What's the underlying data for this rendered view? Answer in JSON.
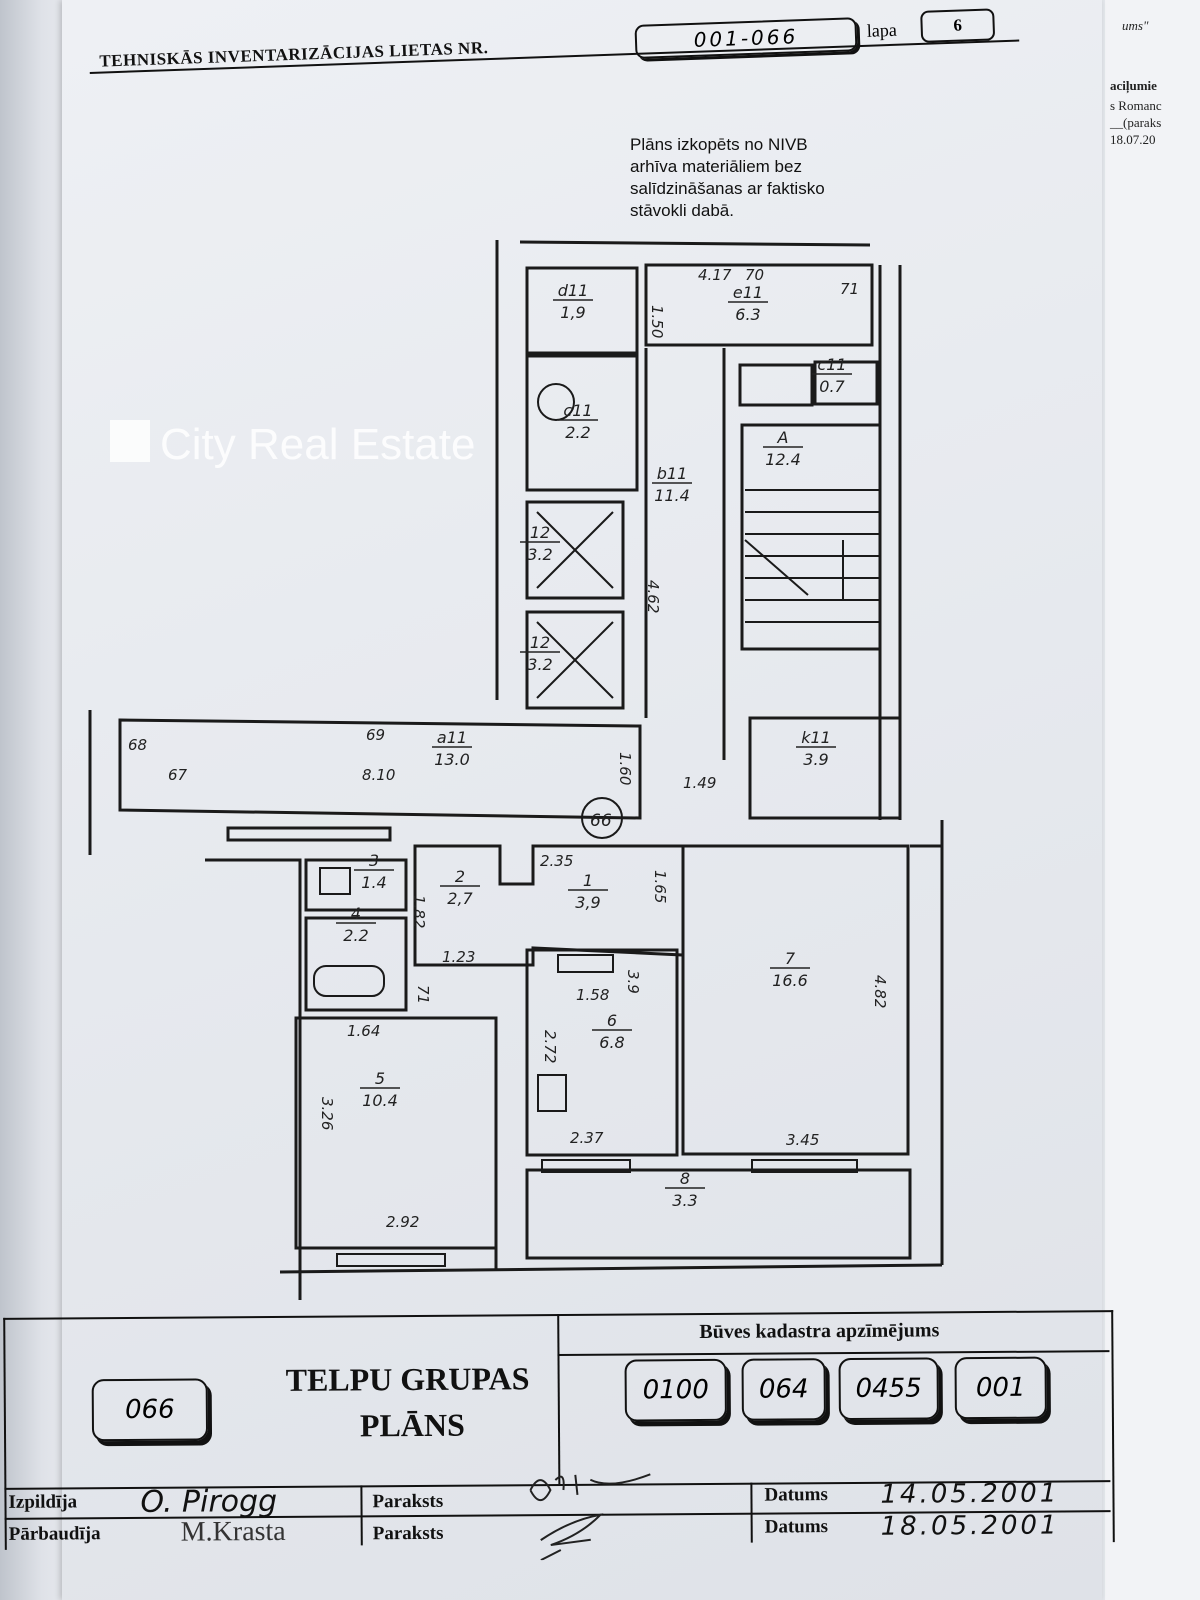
{
  "header": {
    "title": "TEHNISKĀS INVENTARIZĀCIJAS LIETAS NR.",
    "case_number": "001-066",
    "page_label": "lapa",
    "page_number": "6"
  },
  "side_sheet": {
    "lines": [
      "ums\"",
      "aciļumie",
      "s Romanc",
      "__(paraks",
      "18.07.20"
    ]
  },
  "note": "Plāns izkopēts no NIVB\narhīva materiāliem bez\nsalīdzināšanas ar faktisko\nstāvokli dabā.",
  "plan": {
    "rooms": [
      {
        "id": "d11",
        "area": "1,9"
      },
      {
        "id": "e11",
        "area": "6.3"
      },
      {
        "id": "c11",
        "area": "0.7"
      },
      {
        "id": "c11",
        "area": "2.2"
      },
      {
        "id": "b11",
        "area": "11.4"
      },
      {
        "id": "A",
        "area": "12.4"
      },
      {
        "id": "12",
        "area": "3.2"
      },
      {
        "id": "12",
        "area": "3.2"
      },
      {
        "id": "a11",
        "area": "13.0"
      },
      {
        "id": "k11",
        "area": "3.9"
      },
      {
        "id": "3",
        "area": "1.4"
      },
      {
        "id": "2",
        "area": "2,7"
      },
      {
        "id": "1",
        "area": "3,9"
      },
      {
        "id": "4",
        "area": "2.2"
      },
      {
        "id": "7",
        "area": "16.6"
      },
      {
        "id": "6",
        "area": "6.8"
      },
      {
        "id": "5",
        "area": "10.4"
      },
      {
        "id": "8",
        "area": "3.3"
      }
    ],
    "dimensions": [
      "4.17",
      "70",
      "71",
      "1.50",
      "4.62",
      "68",
      "69",
      "67",
      "8.10",
      "1.60",
      "1.49",
      "2.35",
      "1.65",
      "1.82",
      "1.23",
      "3.9",
      "1.58",
      "71",
      "1.64",
      "2.72",
      "4.82",
      "3.26",
      "2.37",
      "3.45",
      "2.92"
    ],
    "apartment_marker": "66",
    "watermark": "City Real Estate"
  },
  "title_block": {
    "group_number": "066",
    "title_line1": "TELPU GRUPAS",
    "title_line2": "PLĀNS",
    "cadastre_label": "Būves kadastra apzīmējums",
    "cadastre_parts": [
      "0100",
      "064",
      "0455",
      "001"
    ],
    "executed_label": "Izpildīja",
    "executed_by": "O. Pirogg",
    "checked_label": "Pārbaudīja",
    "checked_by": "M.Krasta",
    "signature_label_1": "Paraksts",
    "signature_label_2": "Paraksts",
    "date_label_1": "Datums",
    "date_1": "14.05.2001",
    "date_label_2": "Datums",
    "date_2": "18.05.2001"
  }
}
